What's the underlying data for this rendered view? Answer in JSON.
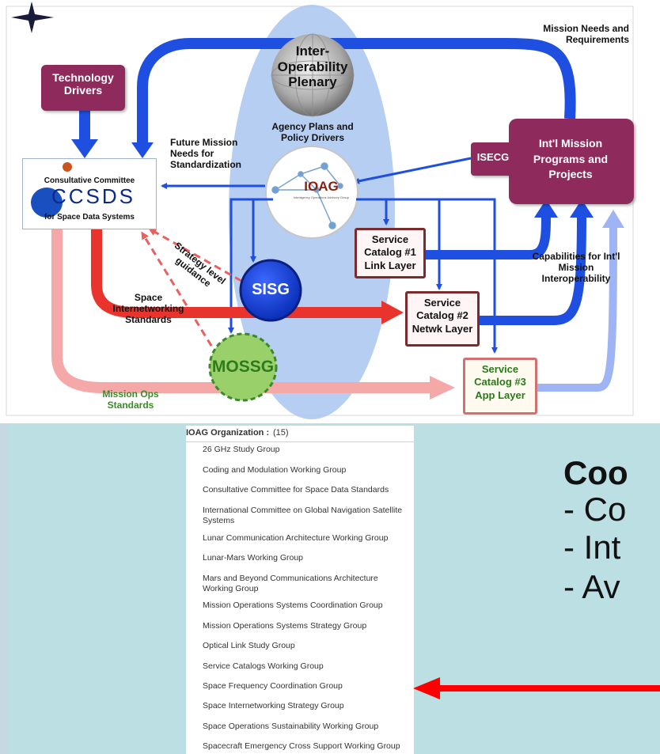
{
  "diagram": {
    "interop_plenary": "Inter-Operability Plenary",
    "agency_plans": "Agency Plans and Policy Drivers",
    "technology_drivers": "Technology Drivers",
    "mission_needs": "Mission Needs and Requirements",
    "future_mission_needs": "Future Mission Needs for Standardization",
    "ccsds_top": "Consultative Committee",
    "ccsds_logo": "CCSDS",
    "ccsds_bottom": "for Space Data Systems",
    "ioag": "IOAG",
    "ioag_sub": "Interagency Operations Advisory Group",
    "isecg": "ISECG",
    "intl_mission": "Int'l Mission Programs and Projects",
    "strategy": "Strategy level guidance",
    "sisg": "SISG",
    "mossg": "MOSSG",
    "space_internetworking": "Space Internetworking Standards",
    "mission_ops": "Mission Ops Standards",
    "catalog1": "Service Catalog #1 Link Layer",
    "catalog2": "Service Catalog #2 Netwk Layer",
    "catalog3": "Service Catalog #3 App Layer",
    "capabilities": "Capabilities for Int'l Mission Interoperability"
  },
  "org_list": {
    "label": "IOAG Organization :",
    "count": "(15)",
    "items": [
      "26 GHz Study Group",
      "Coding and Modulation Working Group",
      "Consultative Committee for Space Data Standards",
      "International Committee on Global Navigation Satellite Systems",
      "Lunar Communication Architecture Working Group",
      "Lunar-Mars Working Group",
      "Mars and Beyond Communications Architecture Working Group",
      "Mission Operations Systems Coordination Group",
      "Mission Operations Systems Strategy Group",
      "Optical Link Study Group",
      "Service Catalogs Working Group",
      "Space Frequency Coordination Group",
      "Space Internetworking Strategy Group",
      "Space Operations Sustainability Working Group",
      "Spacecraft Emergency Cross Support Working Group"
    ]
  },
  "coordination": {
    "title": "Coo",
    "bullets": [
      "-  Co",
      "-  Int",
      "-  Av"
    ]
  },
  "colors": {
    "maroon": "#8e2b5c",
    "arrow_blue": "#1f4fe0",
    "arrow_red": "#e8342c",
    "bottom_bg": "#bcdfe3",
    "highlight_arrow": "#ff0000"
  }
}
